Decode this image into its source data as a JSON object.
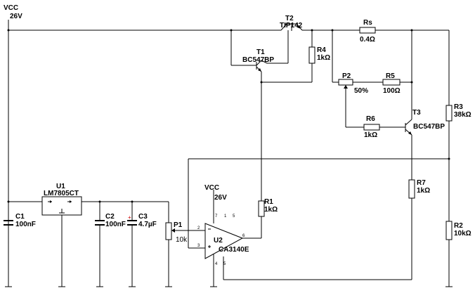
{
  "supply": {
    "net": "VCC",
    "voltage": "26V"
  },
  "supply2": {
    "net": "VCC",
    "voltage": "26V"
  },
  "regulator": {
    "ref": "U1",
    "part": "LM7805CT"
  },
  "opamp": {
    "ref": "U2",
    "part": "CA3140E",
    "pins": [
      "2",
      "3",
      "7",
      "1",
      "5",
      "6",
      "4",
      "5"
    ]
  },
  "transistors": {
    "t1": {
      "ref": "T1",
      "part": "BC547BP"
    },
    "t2": {
      "ref": "T2",
      "part": "TIP142"
    },
    "t3": {
      "ref": "T3",
      "part": "BC547BP"
    }
  },
  "resistors": {
    "rs": {
      "ref": "Rs",
      "value": "0.4Ω"
    },
    "r1": {
      "ref": "R1",
      "value": "1kΩ"
    },
    "r2": {
      "ref": "R2",
      "value": "10kΩ"
    },
    "r3": {
      "ref": "R3",
      "value": "38kΩ"
    },
    "r4": {
      "ref": "R4",
      "value": "1kΩ"
    },
    "r5": {
      "ref": "R5",
      "value": "100Ω"
    },
    "r6": {
      "ref": "R6",
      "value": "1kΩ"
    },
    "r7": {
      "ref": "R7",
      "value": "1kΩ"
    }
  },
  "pots": {
    "p1": {
      "ref": "P1",
      "value": "10k"
    },
    "p2": {
      "ref": "P2",
      "value": "50%"
    }
  },
  "capacitors": {
    "c1": {
      "ref": "C1",
      "value": "100nF"
    },
    "c2": {
      "ref": "C2",
      "value": "100nF"
    },
    "c3": {
      "ref": "C3",
      "value": "4.7µF"
    }
  }
}
